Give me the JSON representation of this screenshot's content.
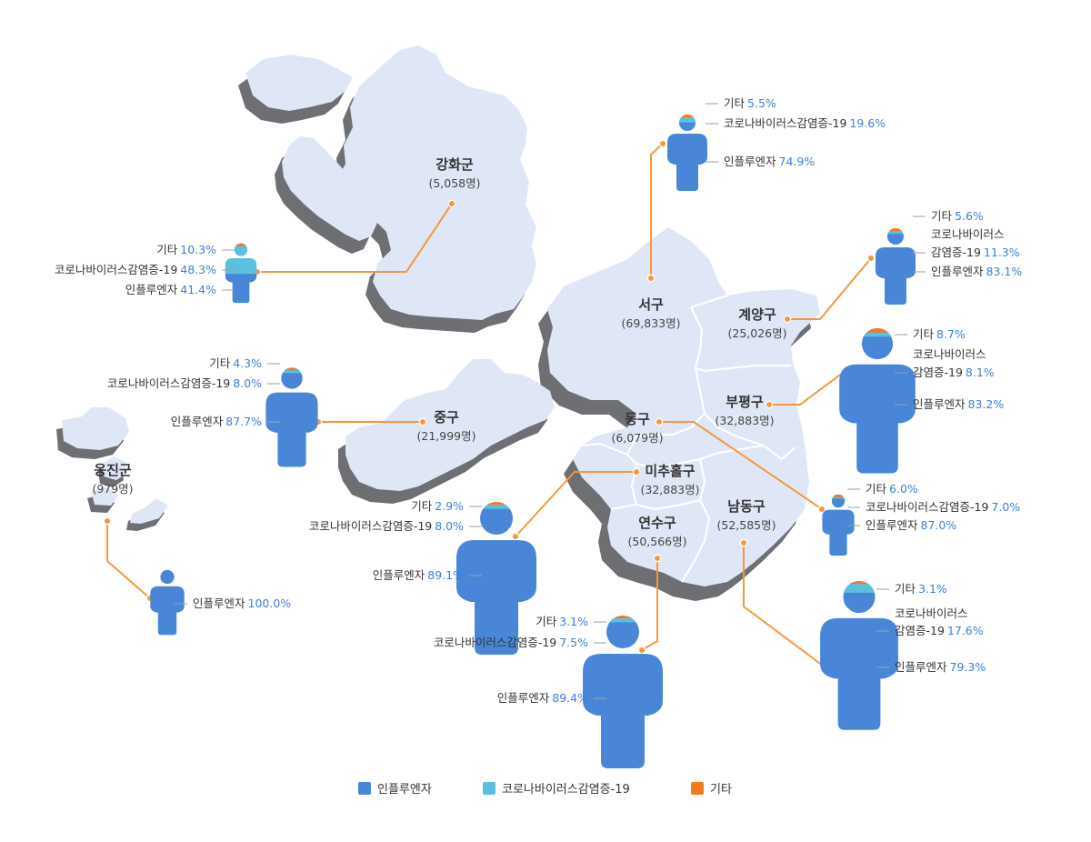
{
  "colors": {
    "influenza": "#4a86d8",
    "covid": "#5bc0de",
    "other": "#f47a20",
    "land": "#dfe7f6",
    "land_shadow": "#6d6f73",
    "leader": "#f5973e",
    "value_text": "#3b7fd9"
  },
  "legend": [
    {
      "key": "influenza",
      "label": "인플루엔자",
      "color": "#4a86d8"
    },
    {
      "key": "covid",
      "label": "코로나바이러스감염증-19",
      "color": "#5bc0de"
    },
    {
      "key": "other",
      "label": "기타",
      "color": "#f47a20"
    }
  ],
  "regions": [
    {
      "id": "ganghwa",
      "name": "강화군",
      "count": "(5,058명)",
      "shares": {
        "influenza": 41.4,
        "covid": 48.3,
        "other": 10.3
      },
      "labels": [
        {
          "label": "기타",
          "value": "10.3%"
        },
        {
          "label": "코로나바이러스감염증-19",
          "value": "48.3%"
        },
        {
          "label": "인플루엔자",
          "value": "41.4%"
        }
      ]
    },
    {
      "id": "seo",
      "name": "서구",
      "count": "(69,833명)",
      "shares": {
        "influenza": 74.9,
        "covid": 19.6,
        "other": 5.5
      },
      "labels": [
        {
          "label": "기타",
          "value": "5.5%"
        },
        {
          "label": "코로나바이러스감염증-19",
          "value": "19.6%"
        },
        {
          "label": "인플루엔자",
          "value": "74.9%"
        }
      ]
    },
    {
      "id": "gyeyang",
      "name": "계양구",
      "count": "(25,026명)",
      "shares": {
        "influenza": 83.1,
        "covid": 11.3,
        "other": 5.6
      },
      "labels": [
        {
          "label": "기타",
          "value": "5.6%"
        },
        {
          "label": "코로나바이러스",
          "value": ""
        },
        {
          "label": "감염증-19",
          "value": "11.3%"
        },
        {
          "label": "인플루엔자",
          "value": "83.1%"
        }
      ]
    },
    {
      "id": "bupyeong",
      "name": "부평구",
      "count": "(32,883명)",
      "shares": {
        "influenza": 83.2,
        "covid": 8.1,
        "other": 8.7
      },
      "labels": [
        {
          "label": "기타",
          "value": "8.7%"
        },
        {
          "label": "코로나바이러스",
          "value": ""
        },
        {
          "label": "감염증-19",
          "value": "8.1%"
        },
        {
          "label": "인플루엔자",
          "value": "83.2%"
        }
      ]
    },
    {
      "id": "jung",
      "name": "중구",
      "count": "(21,999명)",
      "shares": {
        "influenza": 87.7,
        "covid": 8.0,
        "other": 4.3
      },
      "labels": [
        {
          "label": "기타",
          "value": "4.3%"
        },
        {
          "label": "코로나바이러스감염증-19",
          "value": "8.0%"
        },
        {
          "label": "인플루엔자",
          "value": "87.7%"
        }
      ]
    },
    {
      "id": "dong",
      "name": "동구",
      "count": "(6,079명)",
      "shares": {
        "influenza": 87.0,
        "covid": 7.0,
        "other": 6.0
      },
      "labels": [
        {
          "label": "기타",
          "value": "6.0%"
        },
        {
          "label": "코로나바이러스감염증-19",
          "value": "7.0%"
        },
        {
          "label": "인플루엔자",
          "value": "87.0%"
        }
      ]
    },
    {
      "id": "michuhol",
      "name": "미추홀구",
      "count": "(32,883명)",
      "shares": {
        "influenza": 89.1,
        "covid": 8.0,
        "other": 2.9
      },
      "labels": [
        {
          "label": "기타",
          "value": "2.9%"
        },
        {
          "label": "코로나바이러스감염증-19",
          "value": "8.0%"
        },
        {
          "label": "인플루엔자",
          "value": "89.1%"
        }
      ]
    },
    {
      "id": "yeonsu",
      "name": "연수구",
      "count": "(50,566명)",
      "shares": {
        "influenza": 89.4,
        "covid": 7.5,
        "other": 3.1
      },
      "labels": [
        {
          "label": "기타",
          "value": "3.1%"
        },
        {
          "label": "코로나바이러스감염증-19",
          "value": "7.5%"
        },
        {
          "label": "인플루엔자",
          "value": "89.4%"
        }
      ]
    },
    {
      "id": "namdong",
      "name": "남동구",
      "count": "(52,585명)",
      "shares": {
        "influenza": 79.3,
        "covid": 17.6,
        "other": 3.1
      },
      "labels": [
        {
          "label": "기타",
          "value": "3.1%"
        },
        {
          "label": "코로나바이러스",
          "value": ""
        },
        {
          "label": "감염증-19",
          "value": "17.6%"
        },
        {
          "label": "인플루엔자",
          "value": "79.3%"
        }
      ]
    },
    {
      "id": "ongjin",
      "name": "옹진군",
      "count": "(979명)",
      "shares": {
        "influenza": 100.0,
        "covid": 0,
        "other": 0
      },
      "labels": [
        {
          "label": "인플루엔자",
          "value": "100.0%"
        }
      ]
    }
  ]
}
